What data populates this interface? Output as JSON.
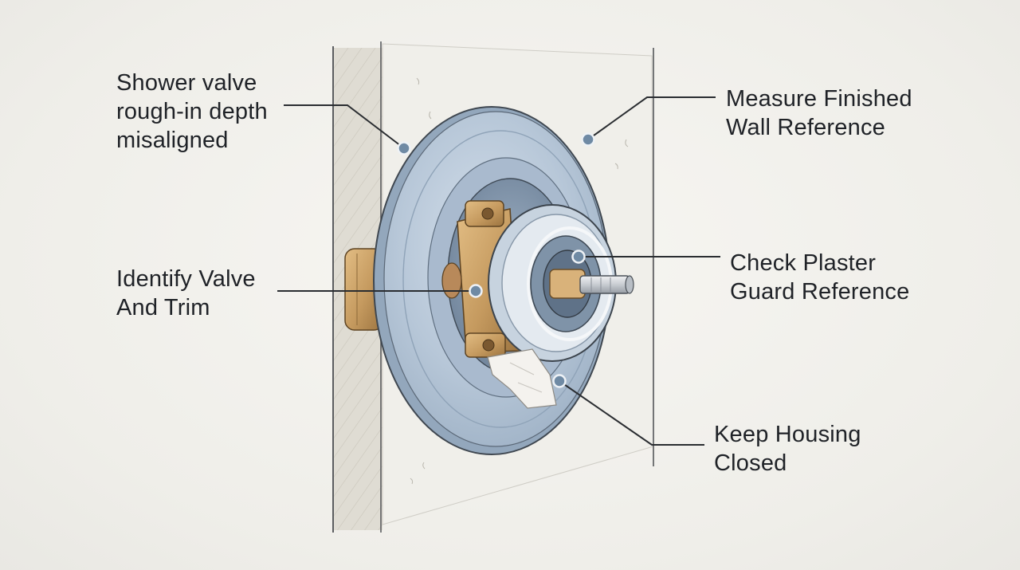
{
  "callouts": {
    "shower_valve": {
      "line1": "Shower valve",
      "line2": "rough-in depth",
      "line3": "misaligned"
    },
    "measure_wall": {
      "line1": "Measure Finished",
      "line2": "Wall Reference"
    },
    "identify_valve": {
      "line1": "Identify Valve",
      "line2": "And Trim"
    },
    "check_guard": {
      "line1": "Check Plaster",
      "line2": "Guard Reference"
    },
    "keep_housing": {
      "line1": "Keep Housing",
      "line2": "Closed"
    }
  },
  "colors": {
    "background": "#f1f0ec",
    "wall_panel": "#efeee9",
    "stud": "#dedbd2",
    "trim_plate": "#b9c9da",
    "brass": "#c9a06a",
    "leader_line": "#2a2d31",
    "leader_dot": "#6f8aa4"
  }
}
